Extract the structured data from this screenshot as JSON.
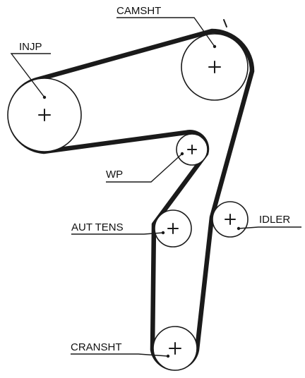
{
  "diagram": {
    "pulleys": {
      "camshaft": {
        "label": "CAMSHT"
      },
      "injection_pump": {
        "label": "INJP"
      },
      "water_pump": {
        "label": "WP"
      },
      "auto_tensioner": {
        "label": "AUT TENS"
      },
      "idler": {
        "label": "IDLER"
      },
      "crankshaft": {
        "label": "CRANSHT"
      }
    }
  }
}
